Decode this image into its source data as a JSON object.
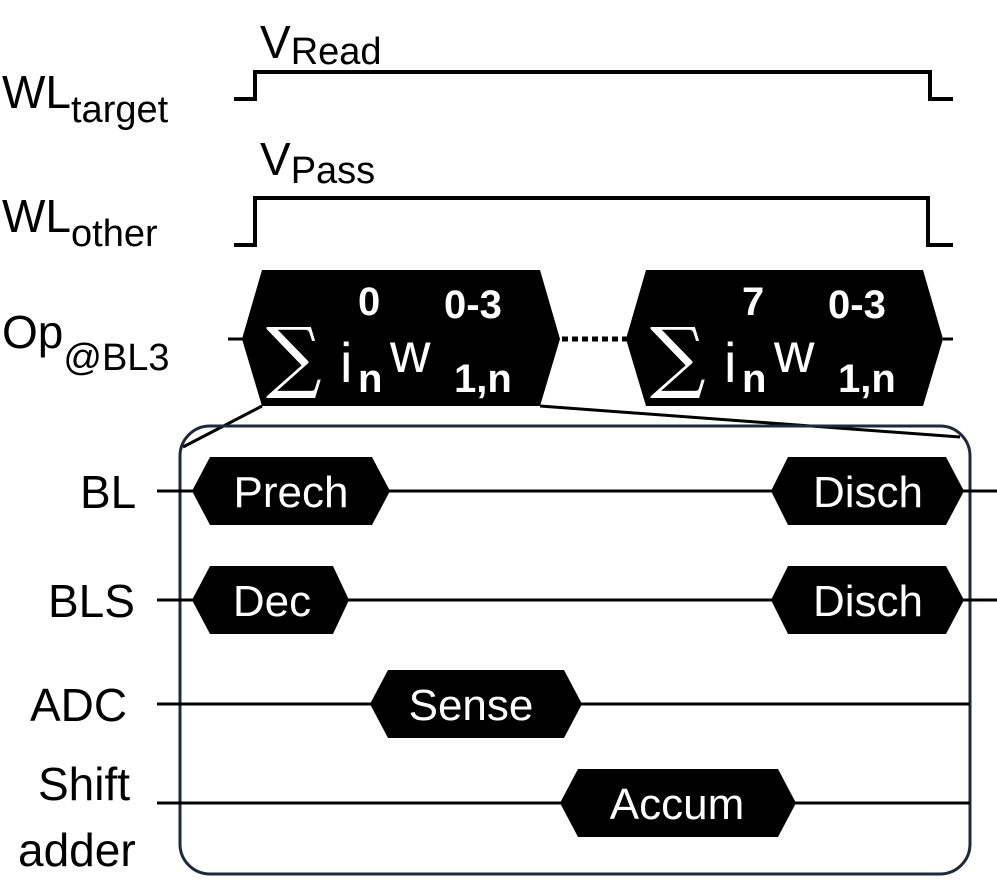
{
  "signals": {
    "wl_target": {
      "base": "WL",
      "sub": "target",
      "voltage_base": "V",
      "voltage_sub": "Read"
    },
    "wl_other": {
      "base": "WL",
      "sub": "other",
      "voltage_base": "V",
      "voltage_sub": "Pass"
    },
    "op": {
      "base": "Op",
      "sub": "@BL3"
    }
  },
  "op_blocks": [
    {
      "sum": "∑",
      "i": "i",
      "i_sup": "0",
      "i_sub": "n",
      "w": "w",
      "w_sup": "0-3",
      "w_sub": "1,n"
    },
    {
      "sum": "∑",
      "i": "i",
      "i_sup": "7",
      "i_sub": "n",
      "w": "w",
      "w_sup": "0-3",
      "w_sub": "1,n"
    }
  ],
  "rows": [
    {
      "label": "BL",
      "pills": [
        "Prech",
        "Disch"
      ]
    },
    {
      "label": "BLS",
      "pills": [
        "Dec",
        "Disch"
      ]
    },
    {
      "label": "ADC",
      "pills": [
        "Sense"
      ]
    },
    {
      "label_line1": "Shift",
      "label_line2": "adder",
      "pills": [
        "Accum"
      ]
    }
  ]
}
